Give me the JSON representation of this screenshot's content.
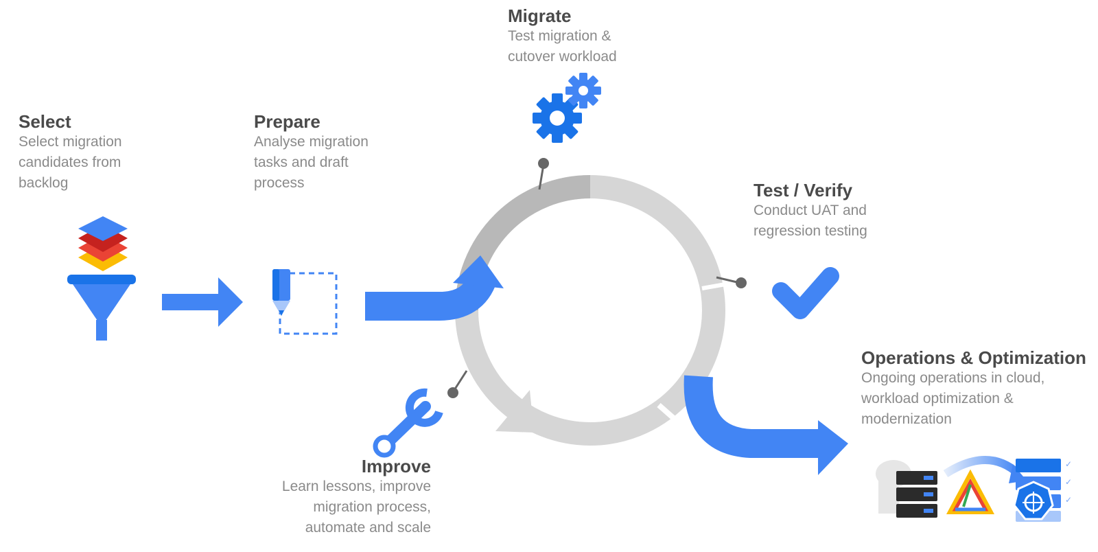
{
  "steps": {
    "select": {
      "title": "Select",
      "desc": "Select migration\ncandidates from\nbacklog"
    },
    "prepare": {
      "title": "Prepare",
      "desc": "Analyse migration\ntasks and draft\nprocess"
    },
    "migrate": {
      "title": "Migrate",
      "desc": "Test migration &\ncutover workload"
    },
    "test": {
      "title": "Test / Verify",
      "desc": "Conduct UAT and\nregression testing"
    },
    "ops": {
      "title": "Operations & Optimization",
      "desc": "Ongoing operations in cloud,\nworkload optimization &\nmodernization"
    },
    "improve": {
      "title": "Improve",
      "desc": "Learn lessons, improve\nmigration process,\nautomate and scale"
    }
  },
  "colors": {
    "blue": "#4285f4",
    "blue_dark": "#1a73e8",
    "ring_light": "#d6d6d6",
    "ring_dark": "#b8b8b8",
    "text_title": "#4a4a4a",
    "text_desc": "#8a8a8a"
  },
  "icons": [
    "layers-icon",
    "funnel-icon",
    "pencil-icon",
    "gears-icon",
    "checkmark-icon",
    "wrench-icon",
    "servers-icon",
    "cloud-build-icon",
    "kubernetes-icon"
  ]
}
